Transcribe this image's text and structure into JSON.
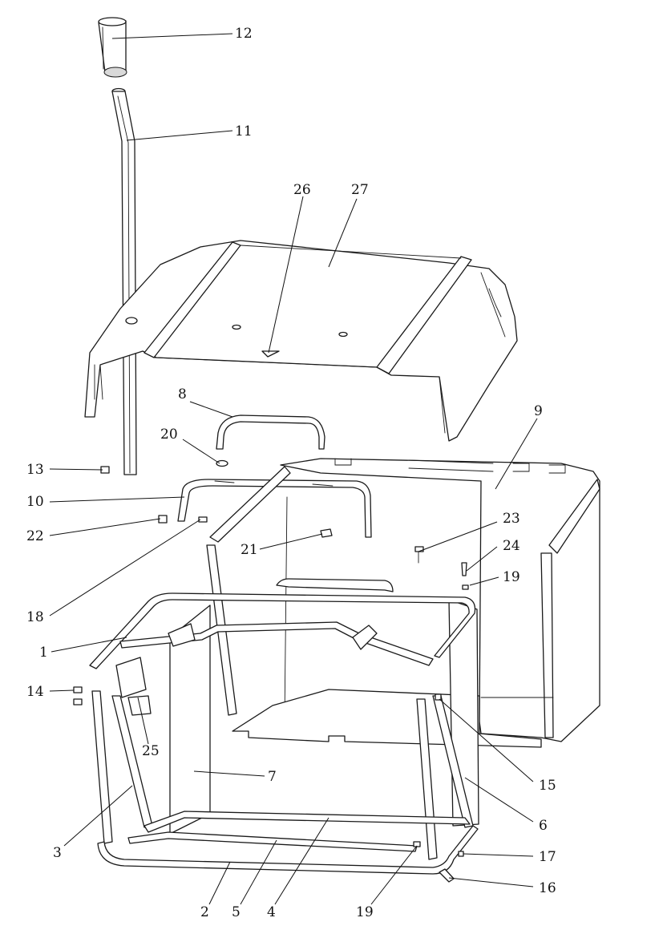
{
  "callouts": [
    {
      "id": "c12",
      "label": "12"
    },
    {
      "id": "c11",
      "label": "11"
    },
    {
      "id": "c26",
      "label": "26"
    },
    {
      "id": "c27",
      "label": "27"
    },
    {
      "id": "c8",
      "label": "8"
    },
    {
      "id": "c9",
      "label": "9"
    },
    {
      "id": "c20",
      "label": "20"
    },
    {
      "id": "c13",
      "label": "13"
    },
    {
      "id": "c10",
      "label": "10"
    },
    {
      "id": "c22",
      "label": "22"
    },
    {
      "id": "c23",
      "label": "23"
    },
    {
      "id": "c21",
      "label": "21"
    },
    {
      "id": "c24",
      "label": "24"
    },
    {
      "id": "c19a",
      "label": "19"
    },
    {
      "id": "c18",
      "label": "18"
    },
    {
      "id": "c1",
      "label": "1"
    },
    {
      "id": "c14",
      "label": "14"
    },
    {
      "id": "c25",
      "label": "25"
    },
    {
      "id": "c7",
      "label": "7"
    },
    {
      "id": "c15",
      "label": "15"
    },
    {
      "id": "c6",
      "label": "6"
    },
    {
      "id": "c3",
      "label": "3"
    },
    {
      "id": "c17",
      "label": "17"
    },
    {
      "id": "c16",
      "label": "16"
    },
    {
      "id": "c2",
      "label": "2"
    },
    {
      "id": "c5",
      "label": "5"
    },
    {
      "id": "c4",
      "label": "4"
    },
    {
      "id": "c19b",
      "label": "19"
    }
  ]
}
